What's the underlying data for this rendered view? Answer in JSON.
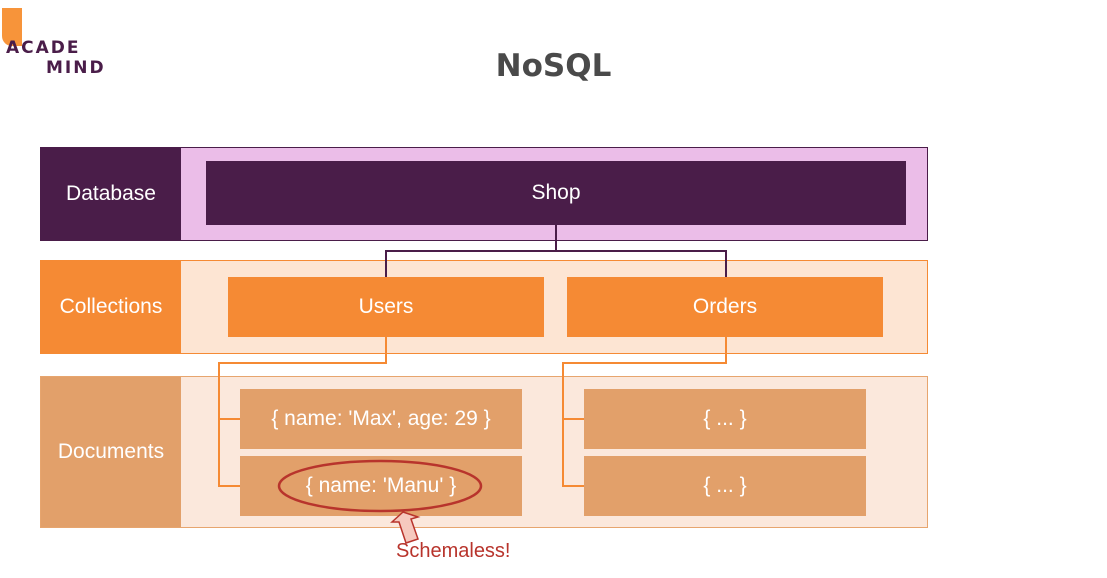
{
  "logo": {
    "line1": "ACADE",
    "line2": "MIND"
  },
  "title": "NoSQL",
  "rows": {
    "database": {
      "label": "Database"
    },
    "collections": {
      "label": "Collections"
    },
    "documents": {
      "label": "Documents"
    }
  },
  "database": {
    "name": "Shop"
  },
  "collections": [
    {
      "name": "Users"
    },
    {
      "name": "Orders"
    }
  ],
  "documents": {
    "users": [
      "{ name: 'Max', age: 29 }",
      "{ name: 'Manu' }"
    ],
    "orders": [
      "{ ... }",
      "{ ... }"
    ]
  },
  "annotation": {
    "text": "Schemaless!"
  },
  "colors": {
    "database": "#4a1d49",
    "database_bg": "#ebbde8",
    "collection": "#f58a34",
    "collection_bg": "#fde5d3",
    "document": "#e2a06a",
    "document_bg": "#fbe8dc",
    "annotation": "#b8342c"
  }
}
